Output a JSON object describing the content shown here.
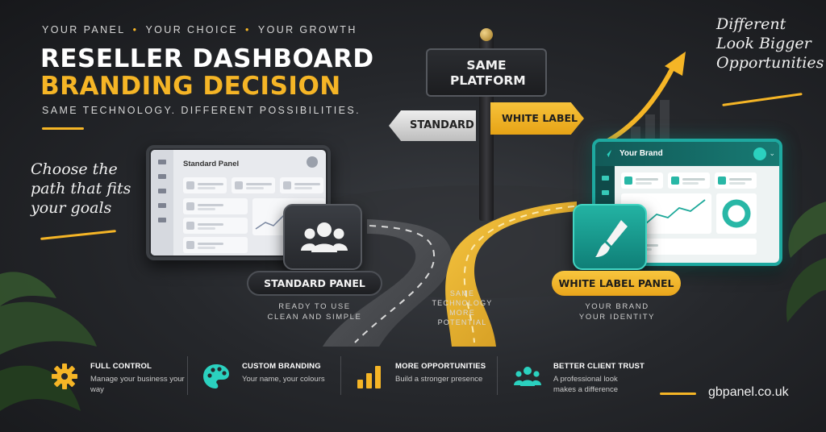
{
  "header": {
    "tagline": [
      "YOUR PANEL",
      "YOUR CHOICE",
      "YOUR GROWTH"
    ],
    "title_line1": "RESELLER DASHBOARD",
    "title_line2": "BRANDING DECISION",
    "subtitle": "SAME TECHNOLOGY. DIFFERENT POSSIBILITIES."
  },
  "notes": {
    "left": "Choose the path that fits your goals",
    "right": "Different Look Bigger Opportunities"
  },
  "signpost": {
    "top": "SAME PLATFORM",
    "left": "STANDARD",
    "right": "WHITE LABEL"
  },
  "standard": {
    "screen_title": "Standard Panel",
    "badge": "STANDARD PANEL",
    "caption_line1": "READY TO USE",
    "caption_line2": "CLEAN AND SIMPLE",
    "icon": "users-icon"
  },
  "white_label": {
    "screen_title": "Your Brand",
    "badge": "WHITE LABEL PANEL",
    "caption_line1": "YOUR BRAND",
    "caption_line2": "YOUR IDENTITY",
    "icon": "paintbrush-icon"
  },
  "road_caption": {
    "line1": "SAME",
    "line2": "TECHNOLOGY",
    "line3": "MORE",
    "line4": "POTENTIAL"
  },
  "features": [
    {
      "title": "FULL CONTROL",
      "desc": "Manage your business your way",
      "icon": "gear-icon"
    },
    {
      "title": "CUSTOM BRANDING",
      "desc": "Your name, your colours",
      "icon": "palette-icon"
    },
    {
      "title": "MORE OPPORTUNITIES",
      "desc": "Build a stronger presence",
      "icon": "bar-chart-icon"
    },
    {
      "title": "BETTER CLIENT TRUST",
      "desc": "A professional look makes a difference",
      "icon": "team-icon"
    }
  ],
  "footer": {
    "url": "gbpanel.co.uk"
  },
  "colors": {
    "accent": "#f5b526",
    "teal": "#1ea9a0",
    "background": "#26282c"
  }
}
